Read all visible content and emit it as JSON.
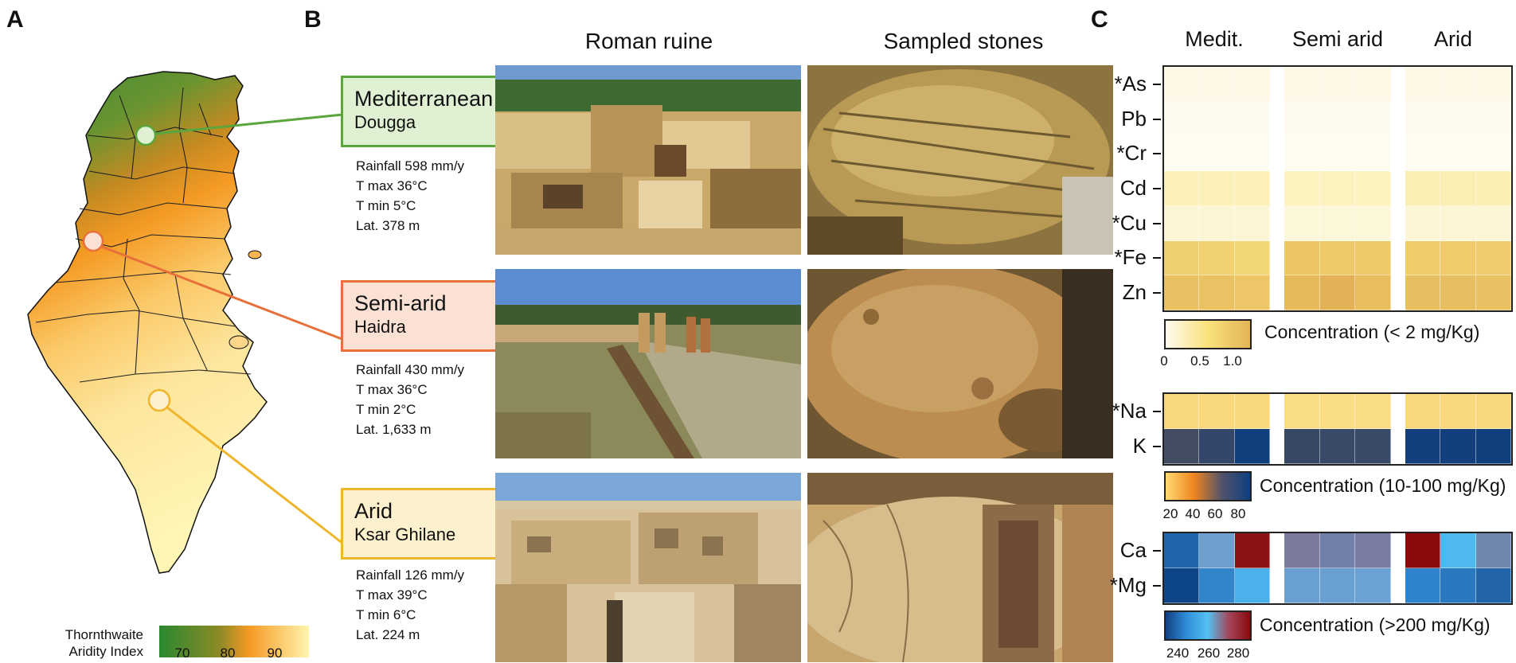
{
  "panels": {
    "a": "A",
    "b": "B",
    "c": "C"
  },
  "map": {
    "legend_title_line1": "Thornthwaite",
    "legend_title_line2": "Aridity Index",
    "legend_ticks": [
      "70",
      "80",
      "90"
    ],
    "legend_colors": [
      "#2e8a2e",
      "#f59a24",
      "#fff2a8"
    ]
  },
  "columns": {
    "ruins": "Roman ruine",
    "stones": "Sampled stones"
  },
  "sites": [
    {
      "climate": "Mediterranean",
      "town": "Dougga",
      "color": "#5aa63c",
      "fill": "#dff0d3",
      "rainfall": "Rainfall 598 mm/y",
      "tmax": "T max 36°C",
      "tmin": "T min 5°C",
      "lat": "Lat. 378 m"
    },
    {
      "climate": "Semi-arid",
      "town": "Haidra",
      "color": "#e8703a",
      "fill": "#fbe1d4",
      "rainfall": "Rainfall 430 mm/y",
      "tmax": "T max 36°C",
      "tmin": "T min 2°C",
      "lat": "Lat. 1,633 m"
    },
    {
      "climate": "Arid",
      "town": "Ksar Ghilane",
      "color": "#efb52c",
      "fill": "#fdf0cc",
      "rainfall": "Rainfall 126 mm/y",
      "tmax": "T max 39°C",
      "tmin": "T min 6°C",
      "lat": "Lat. 224 m"
    }
  ],
  "heatmap": {
    "groups": [
      "Medit.",
      "Semi arid",
      "Arid"
    ],
    "block1": {
      "rows": [
        "*As",
        "Pb",
        "*Cr",
        "Cd",
        "*Cu",
        "*Fe",
        "Zn"
      ],
      "legend": "Concentration (< 2 mg/Kg)",
      "ticks": [
        "0",
        "0.5",
        "1.0"
      ],
      "colors": [
        [
          "#fdf9e6",
          "#fdf9e6",
          "#fdf9e6",
          "#fdf9e6",
          "#fdf9e6",
          "#fdf9e6",
          "#fdf9e6",
          "#fdf9e6",
          "#fdf9e6"
        ],
        [
          "#fefbee",
          "#fefbee",
          "#fefbee",
          "#fefbee",
          "#fefbee",
          "#fefbee",
          "#fefbee",
          "#fefbee",
          "#fefbee"
        ],
        [
          "#fefcf0",
          "#fefcf0",
          "#fefcf0",
          "#fefcf0",
          "#fefcf0",
          "#fefcf0",
          "#fefcf0",
          "#fefcf0",
          "#fefcf0"
        ],
        [
          "#fbf0b8",
          "#fbf0b8",
          "#fbf0b8",
          "#fcf2c0",
          "#fcf2c0",
          "#fcf2c0",
          "#fbeeb2",
          "#fbeeb2",
          "#fbeeb2"
        ],
        [
          "#fdf6d6",
          "#fdf6d6",
          "#fdf6d6",
          "#fdf7da",
          "#fdf7da",
          "#fdf7da",
          "#fdf6d6",
          "#fdf6d6",
          "#fdf6d6"
        ],
        [
          "#f0cf6e",
          "#f1d172",
          "#f3d676",
          "#ecc662",
          "#eec968",
          "#eec968",
          "#efcb6a",
          "#efcb6a",
          "#f0cc6c"
        ],
        [
          "#e9c062",
          "#eac264",
          "#ecc668",
          "#e6b95a",
          "#e3b256",
          "#e8bd5e",
          "#e8bf60",
          "#e8bf60",
          "#e9c062"
        ]
      ],
      "colorbar": [
        "#fffaf0",
        "#f8e27a",
        "#e2b457"
      ]
    },
    "block2": {
      "rows": [
        "*Na",
        "K"
      ],
      "legend": "Concentration (10-100 mg/Kg)",
      "ticks": [
        "20",
        "40",
        "60",
        "80"
      ],
      "colors": [
        [
          "#f8d77d",
          "#f8d77d",
          "#f8d77d",
          "#f9dc84",
          "#f9dc84",
          "#f9dc84",
          "#f8d77d",
          "#f8d77d",
          "#f8d77d"
        ],
        [
          "#424d63",
          "#34476a",
          "#103f7c",
          "#374865",
          "#384a67",
          "#3a4b68",
          "#133f7d",
          "#133f7d",
          "#103f7c"
        ]
      ],
      "colorbar": [
        "#ffd973",
        "#f0861f",
        "#51526a",
        "#0e3f7f"
      ]
    },
    "block3": {
      "rows": [
        "Ca",
        "*Mg"
      ],
      "legend": "Concentration (>200 mg/Kg)",
      "ticks": [
        "240",
        "260",
        "280"
      ],
      "colors": [
        [
          "#1f67aa",
          "#6f9fce",
          "#8a1315",
          "#7b7ba0",
          "#7180a8",
          "#7a7da3",
          "#8a0a0c",
          "#4db9ef",
          "#6f86ad"
        ],
        [
          "#0e4488",
          "#3285c9",
          "#4cb0ea",
          "#6a9fd1",
          "#6a9fd1",
          "#6ba2d3",
          "#2e84cc",
          "#2a78bf",
          "#2264a8"
        ]
      ],
      "colorbar": [
        "#123f82",
        "#2f8fd9",
        "#54c0f2",
        "#a3465a",
        "#8a0a0c"
      ]
    }
  }
}
